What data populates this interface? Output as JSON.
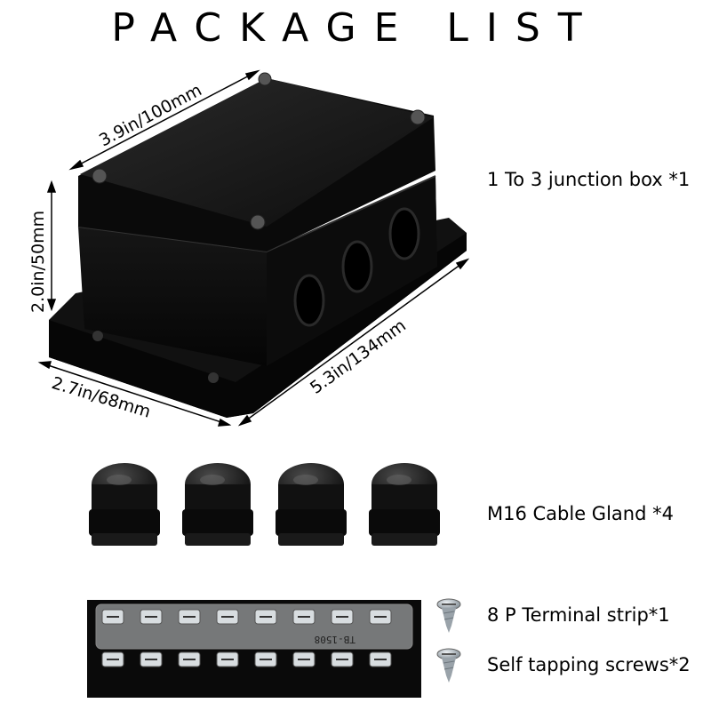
{
  "title": "PACKAGE  LIST",
  "dimensions": {
    "length_top": "3.9in/100mm",
    "height": "2.0in/50mm",
    "width_bottom": "2.7in/68mm",
    "length_bottom": "5.3in/134mm"
  },
  "items": {
    "junction_box": "1 To 3 junction  box *1",
    "cable_gland": "M16 Cable Gland *4",
    "terminal_strip": "8 P Terminal strip*1",
    "screws": "Self tapping screws*2"
  },
  "terminal_strip_marking": "TB-1508"
}
